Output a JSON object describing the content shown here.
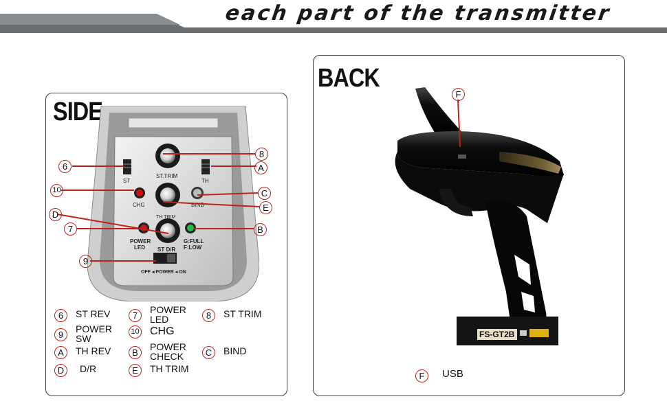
{
  "header": {
    "title": "each part of the transmitter"
  },
  "side": {
    "heading": "SIDE",
    "panel_labels": {
      "st": "ST",
      "th": "TH",
      "st_trim": "ST.TRIM",
      "th_trim": "TH TRIM",
      "chg": "CHG",
      "bind": "BIND",
      "power_led": "POWER\nLED",
      "gfull": "G:FULL\nF:LOW",
      "st_dr": "ST D/R",
      "off_power_on": "OFF ◂ POWER ◂ ON"
    },
    "callouts": {
      "c6": "6",
      "c10": "10",
      "cD": "D",
      "c7": "7",
      "c9": "9",
      "c8": "8",
      "cA": "A",
      "cC": "C",
      "cE": "E",
      "cB": "B"
    },
    "legend": [
      {
        "badge": "6",
        "text": "ST REV"
      },
      {
        "badge": "7",
        "text": "POWER\nLED"
      },
      {
        "badge": "8",
        "text": "ST TRIM"
      },
      {
        "badge": "9",
        "text": "POWER\nSW"
      },
      {
        "badge": "10",
        "text": "CHG"
      },
      {
        "badge": "A",
        "text": "TH REV"
      },
      {
        "badge": "B",
        "text": "POWER\nCHECK"
      },
      {
        "badge": "C",
        "text": "BIND"
      },
      {
        "badge": "D",
        "text": "D/R"
      },
      {
        "badge": "E",
        "text": "TH TRIM"
      }
    ]
  },
  "back": {
    "heading": "BACK",
    "callout_f": "F",
    "model_label": "FS-GT2B",
    "legend": {
      "badge": "F",
      "text": "USB"
    }
  },
  "colors": {
    "accent_red": "#c0201a",
    "header_gray": "#6b6e71"
  }
}
